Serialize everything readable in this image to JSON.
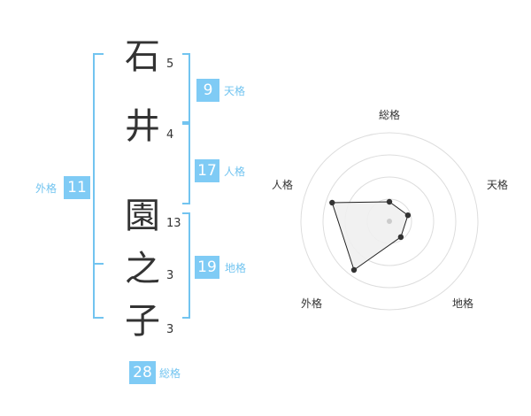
{
  "name_chars": [
    {
      "char": "石",
      "strokes": "5"
    },
    {
      "char": "井",
      "strokes": "4"
    },
    {
      "char": "園",
      "strokes": "13"
    },
    {
      "char": "之",
      "strokes": "3"
    },
    {
      "char": "子",
      "strokes": "3"
    }
  ],
  "kakusu": {
    "tenkaku": {
      "value": "9",
      "label": "天格"
    },
    "jinkaku": {
      "value": "17",
      "label": "人格"
    },
    "chikaku": {
      "value": "19",
      "label": "地格"
    },
    "gaikaku": {
      "value": "11",
      "label": "外格"
    },
    "soukaku": {
      "value": "28",
      "label": "総格"
    }
  },
  "chart_data": {
    "type": "radar",
    "axes": [
      "総格",
      "天格",
      "地格",
      "外格",
      "人格"
    ],
    "values": [
      0.22,
      0.22,
      0.22,
      0.68,
      0.68
    ],
    "range": [
      0,
      1
    ],
    "rings": 4,
    "colors": {
      "ring": "#dddddd",
      "fill": "#efefef",
      "line": "#222222",
      "point": "#333333",
      "center": "#cccccc",
      "accent": "#72c4f0"
    }
  }
}
